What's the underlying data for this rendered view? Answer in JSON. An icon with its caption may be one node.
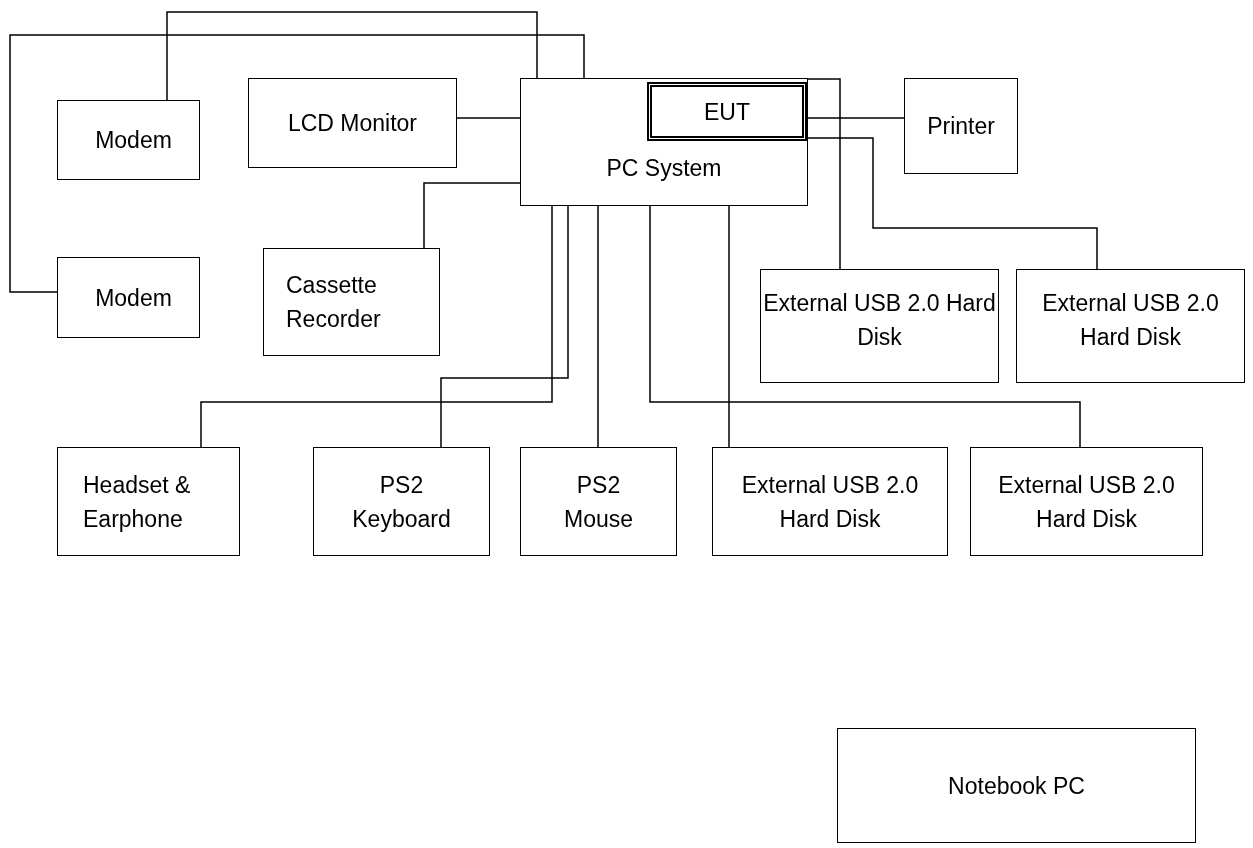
{
  "diagram": {
    "nodes": [
      {
        "text": [
          "Modem"
        ]
      },
      {
        "text": [
          "LCD Monitor"
        ]
      },
      {
        "text": [
          "PC System"
        ]
      },
      {
        "text": [
          "EUT"
        ],
        "in": 2
      },
      {
        "text": [
          "Printer"
        ]
      },
      {
        "text": [
          "Modem"
        ]
      },
      {
        "text": [
          "Cassette Recorder"
        ]
      },
      {
        "text": [
          "External USB 2.0 Hard Disk"
        ]
      },
      {
        "text": [
          "External USB 2.0 Hard Disk"
        ]
      },
      {
        "text": [
          "Headset & Earphone"
        ]
      },
      {
        "text": [
          "PS2 Keyboard"
        ]
      },
      {
        "text": [
          "PS2 Mouse"
        ]
      },
      {
        "text": [
          "External USB 2.0 Hard Disk"
        ]
      },
      {
        "text": [
          "External USB 2.0 Hard Disk"
        ]
      },
      {
        "text": [
          "Notebook PC"
        ]
      }
    ],
    "edges": [
      {
        "from": 0,
        "to": 2,
        "arrow": "none"
      },
      {
        "from": 5,
        "to": 2,
        "arrow": "none"
      },
      {
        "from": 1,
        "to": 2,
        "arrow": "none"
      },
      {
        "from": 6,
        "to": 2,
        "arrow": "none"
      },
      {
        "from": 3,
        "to": 4,
        "arrow": "none"
      },
      {
        "from": 2,
        "to": 7,
        "arrow": "none"
      },
      {
        "from": 3,
        "to": 8,
        "arrow": "none"
      },
      {
        "from": 2,
        "to": 9,
        "arrow": "none"
      },
      {
        "from": 2,
        "to": 10,
        "arrow": "none"
      },
      {
        "from": 2,
        "to": 11,
        "arrow": "none"
      },
      {
        "from": 2,
        "to": 12,
        "arrow": "none"
      },
      {
        "from": 2,
        "to": 13,
        "arrow": "none"
      }
    ]
  }
}
